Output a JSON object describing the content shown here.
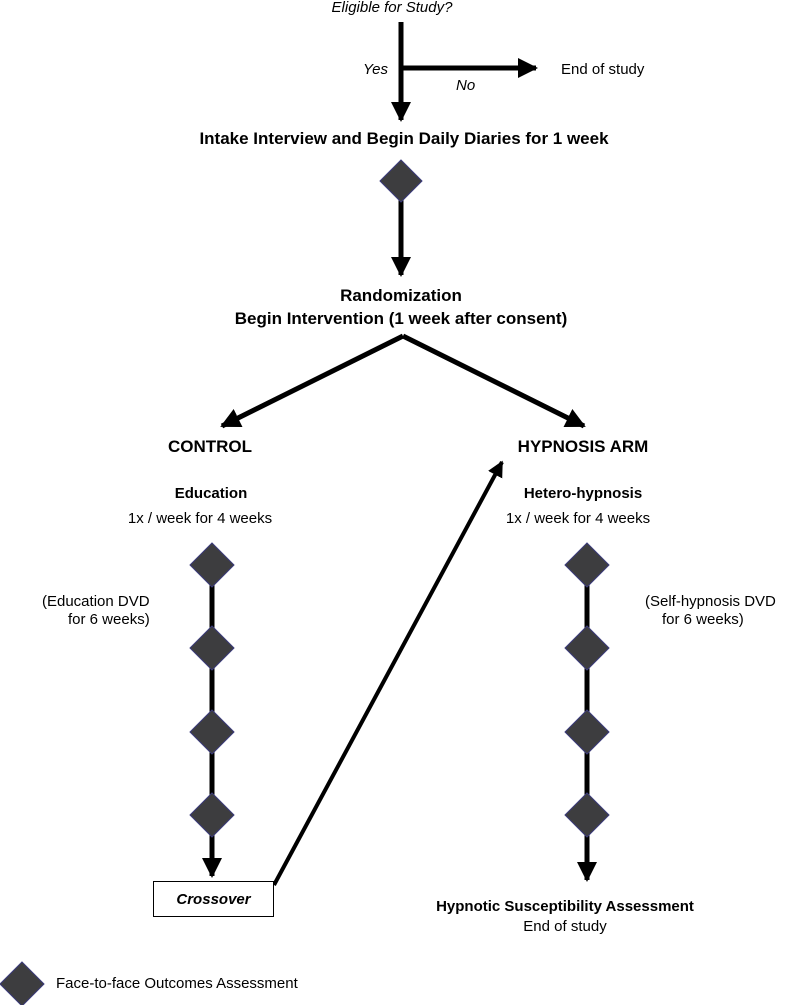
{
  "header": {
    "eligible": "Eligible for Study?",
    "yes": "Yes",
    "no": "No",
    "end_study": "End of study"
  },
  "intake": "Intake Interview and Begin Daily Diaries for 1 week",
  "randomization": {
    "line1": "Randomization",
    "line2": "Begin Intervention (1 week after consent)"
  },
  "control": {
    "title": "CONTROL",
    "subtitle": "Education",
    "schedule": "1x / week for 4 weeks",
    "note_line1": "(Education DVD",
    "note_line2": "for 6 weeks)",
    "crossover": "Crossover"
  },
  "hypnosis": {
    "title": "HYPNOSIS ARM",
    "subtitle": "Hetero-hypnosis",
    "schedule": "1x / week for 4 weeks",
    "note_line1": "(Self-hypnosis DVD",
    "note_line2": "for 6 weeks)",
    "end_line1": "Hypnotic Susceptibility Assessment",
    "end_line2": "End of study"
  },
  "legend": {
    "label": "Face-to-face  Outcomes Assessment"
  },
  "colors": {
    "diamond_fill": "#3d3d3f",
    "diamond_stroke": "#3a3a7a",
    "line": "#000000"
  }
}
